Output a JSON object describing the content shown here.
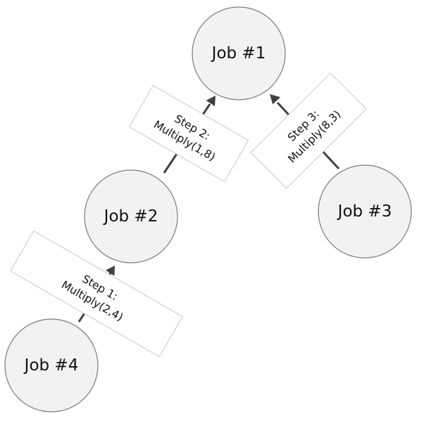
{
  "nodes": {
    "job1": "Job #1",
    "job2": "Job #2",
    "job3": "Job #3",
    "job4": "Job #4"
  },
  "edges": {
    "step1": {
      "line1": "Step 1:",
      "line2": "Multiply(2,4)"
    },
    "step2": {
      "line1": "Step 2:",
      "line2": "Multiply(1,8)"
    },
    "step3": {
      "line1": "Step 3:",
      "line2": "Multiply(8,3)"
    }
  }
}
